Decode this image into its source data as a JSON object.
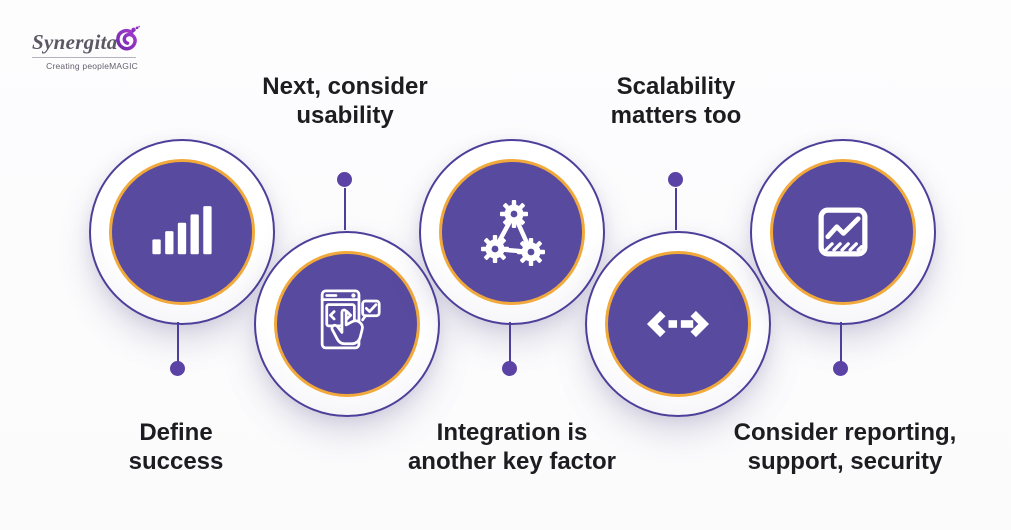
{
  "logo": {
    "brand": "Synergita",
    "tagline": "Creating peopleMAGIC"
  },
  "steps": [
    {
      "name": "define-success",
      "line1": "Define",
      "line2": "success",
      "icon": "bar-chart-icon"
    },
    {
      "name": "usability",
      "line1": "Next, consider",
      "line2": "usability",
      "icon": "mobile-tap-check-icon"
    },
    {
      "name": "integration",
      "line1": "Integration is",
      "line2": "another key factor",
      "icon": "connected-gears-icon"
    },
    {
      "name": "scalability",
      "line1": "Scalability",
      "line2": "matters too",
      "icon": "left-right-arrows-icon"
    },
    {
      "name": "reporting",
      "line1": "Consider reporting,",
      "line2": "support, security",
      "icon": "report-chart-icon"
    }
  ],
  "colors": {
    "disc-purple": "#584a9e",
    "ring-purple": "#4b3f99",
    "orange": "#f2a93b",
    "dot-purple": "#5b43a6",
    "text-dark": "#1d1c21",
    "logo-gray": "#5b5765",
    "tagline-gray": "#66616e",
    "swirl-purple-1": "#a43bd0",
    "swirl-purple-2": "#7229ab",
    "icon-white": "#ffffff"
  }
}
